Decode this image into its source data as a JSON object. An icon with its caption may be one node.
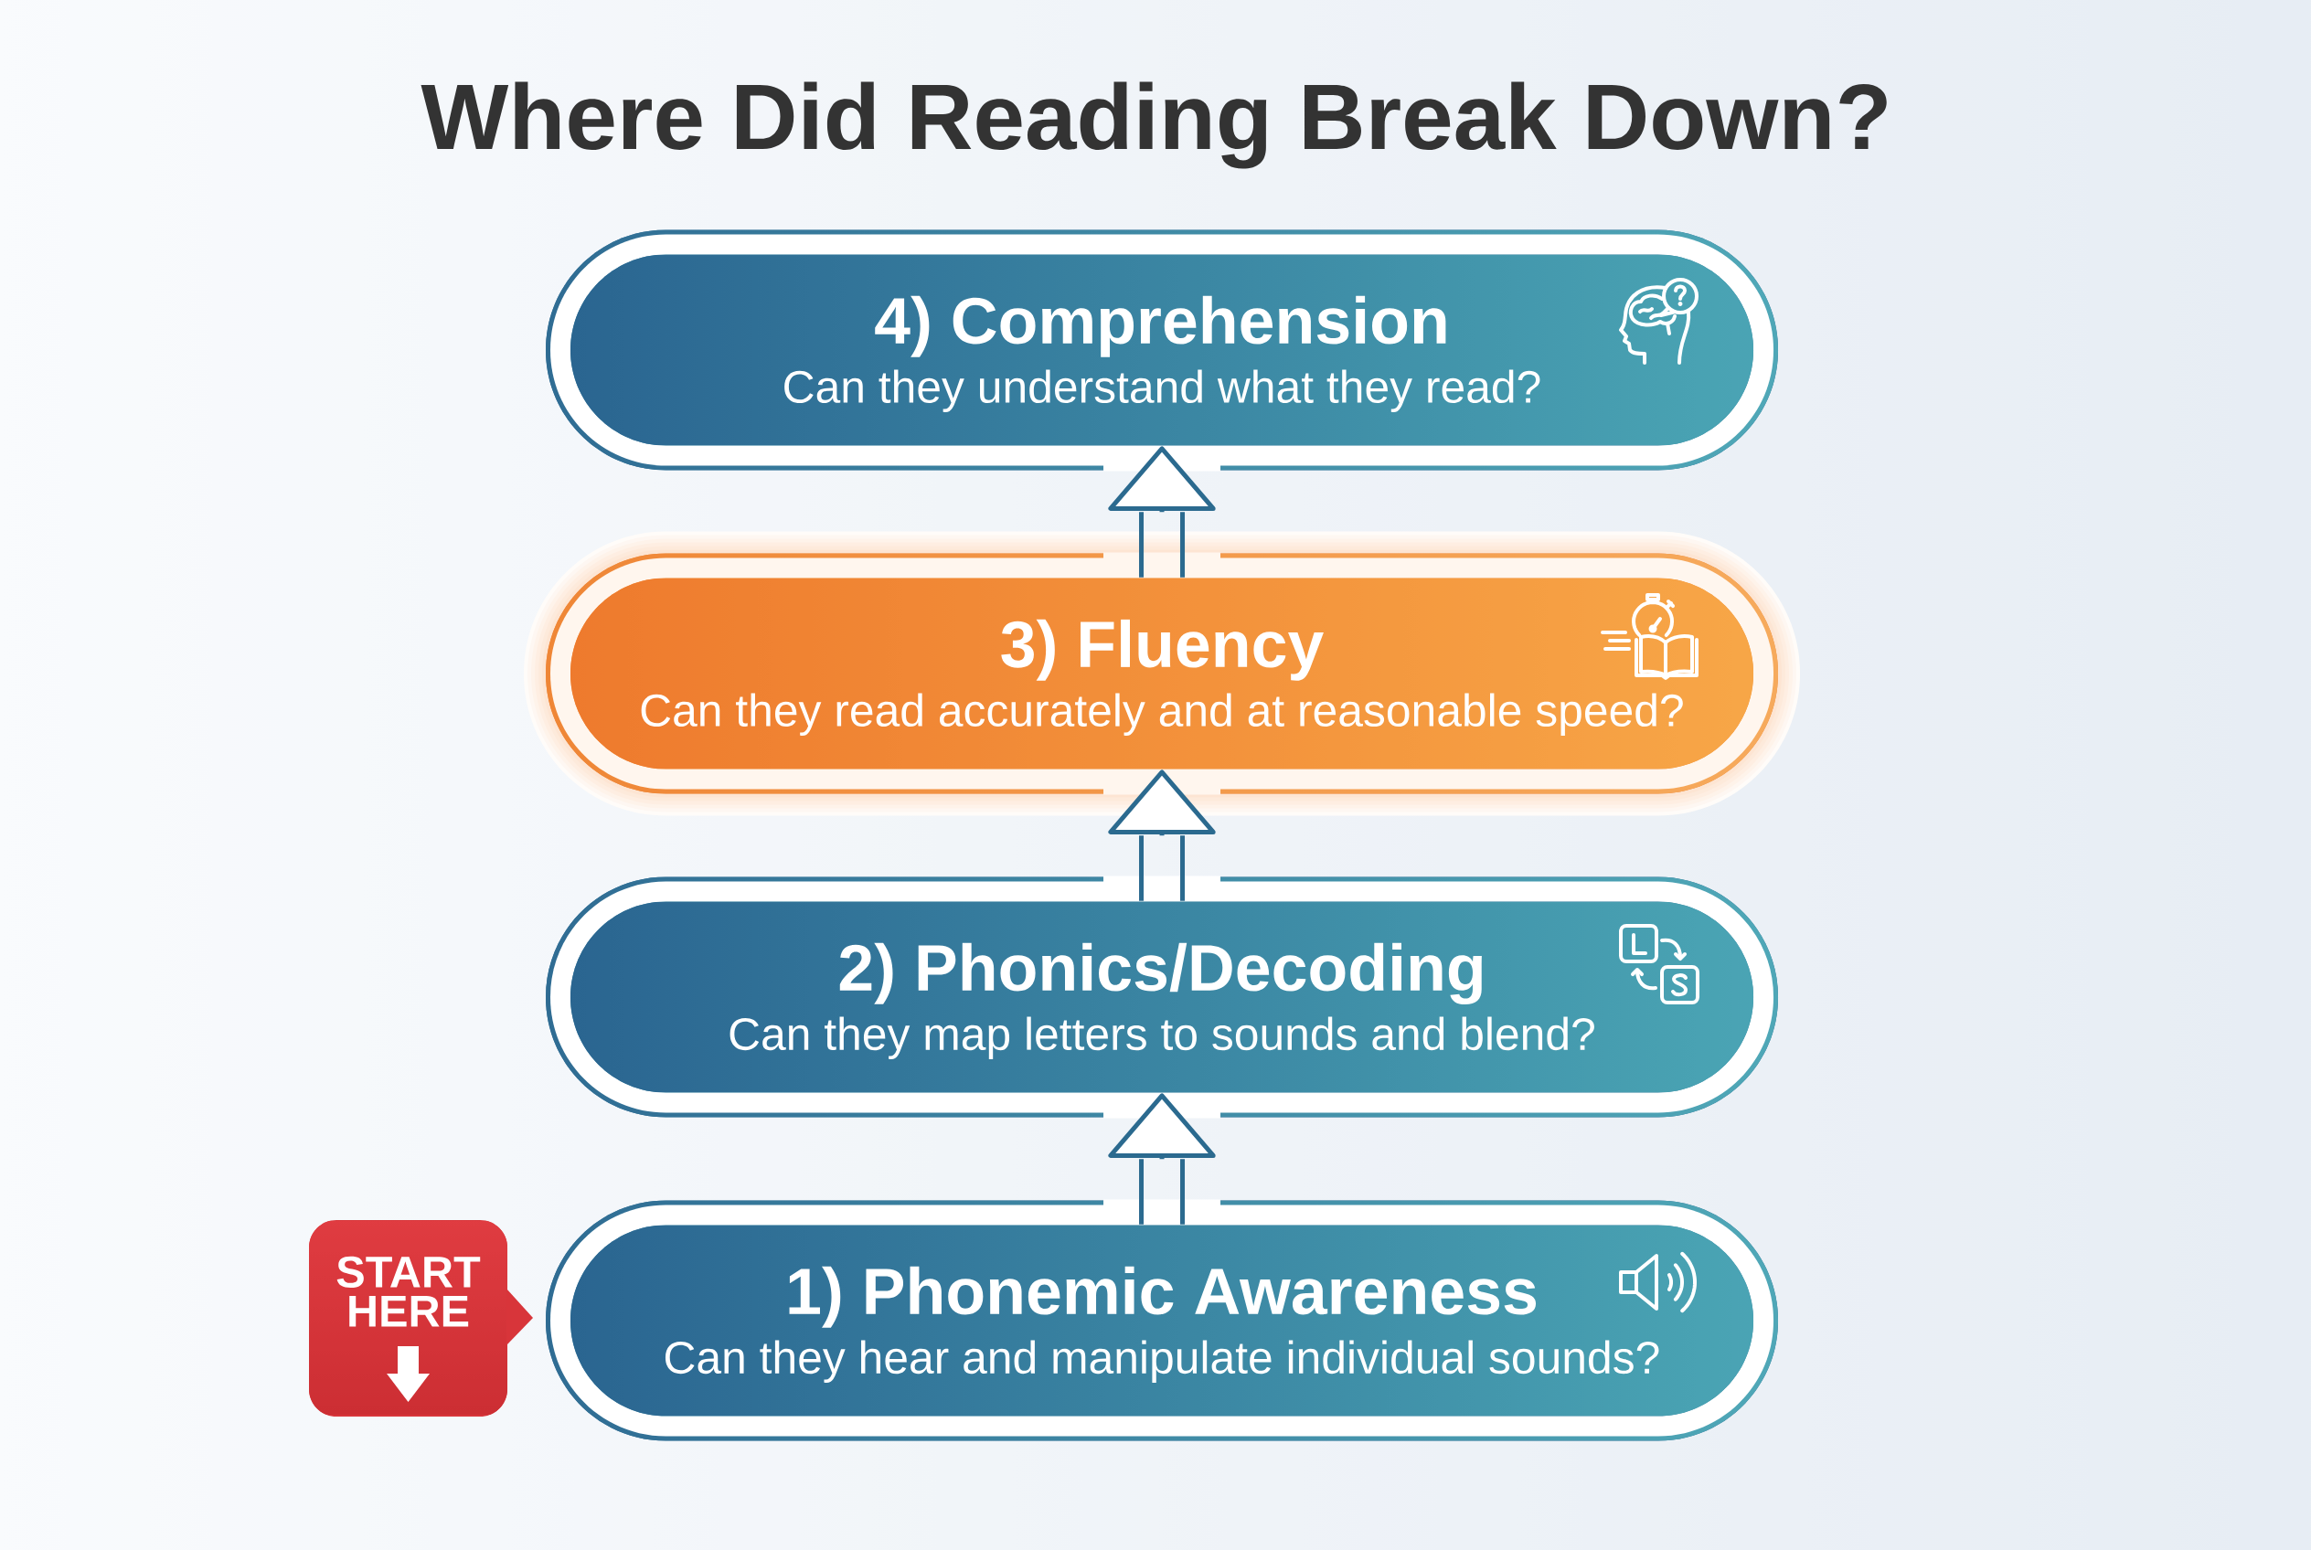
{
  "diagram": {
    "title": "Where Did Reading Break Down?",
    "nodes": [
      {
        "text": [
          "4) Comprehension",
          "Can they understand what they read?"
        ]
      },
      {
        "text": [
          "3) Fluency",
          "Can they read accurately and at reasonable speed?"
        ]
      },
      {
        "text": [
          "2) Phonics/Decoding",
          "Can they map letters to sounds and blend?"
        ]
      },
      {
        "text": [
          "START HERE"
        ]
      },
      {
        "text": [
          "1) Phonemic Awareness",
          "Can they hear and manipulate individual sounds?"
        ]
      }
    ],
    "edges": [
      {
        "from": 4,
        "to": 2,
        "arrow": "to"
      },
      {
        "from": 2,
        "to": 1,
        "arrow": "to"
      },
      {
        "from": 1,
        "to": 0,
        "arrow": "to"
      }
    ]
  }
}
